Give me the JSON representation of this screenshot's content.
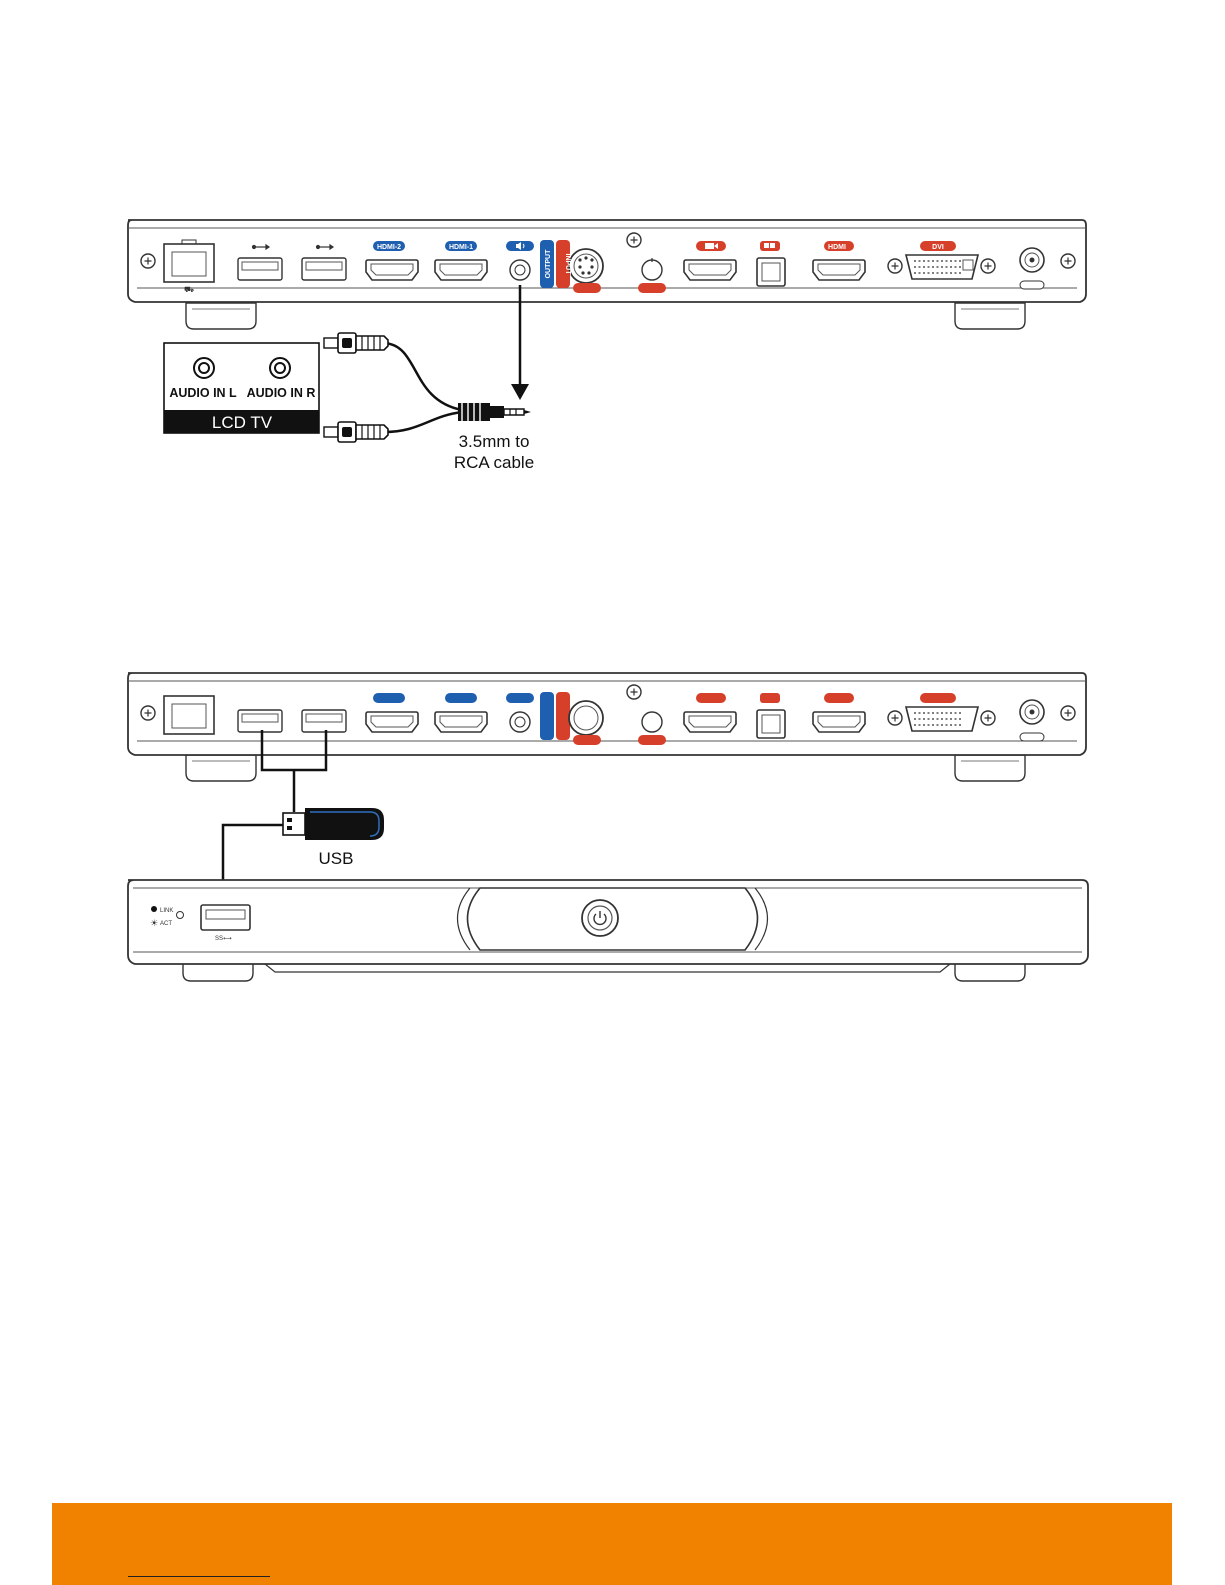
{
  "colors": {
    "accent_orange": "#f08200",
    "label_blue": "#1f5fb0",
    "label_red": "#d6402b",
    "line": "#222222",
    "tv_bar": "#111111"
  },
  "top_panel": {
    "labels": {
      "usb1_icon": "usb-icon",
      "usb2_icon": "usb-icon",
      "hdmi2": "HDMI-2",
      "hdmi1": "HDMI-1",
      "audio_out_icon": "speaker-icon",
      "output": "OUTPUT",
      "input": "INPUT",
      "camera_icon": "camera-icon",
      "pc_icon": "pc-icon",
      "hdmi_in": "HDMI",
      "dvi": "DVI"
    }
  },
  "tv": {
    "audio_l": "AUDIO IN L",
    "audio_r": "AUDIO IN R",
    "name": "LCD TV"
  },
  "cable": {
    "line1": "3.5mm to",
    "line2": "RCA cable"
  },
  "usb_drive": {
    "label": "USB"
  },
  "front_panel": {
    "link": "LINK",
    "act": "ACT"
  }
}
